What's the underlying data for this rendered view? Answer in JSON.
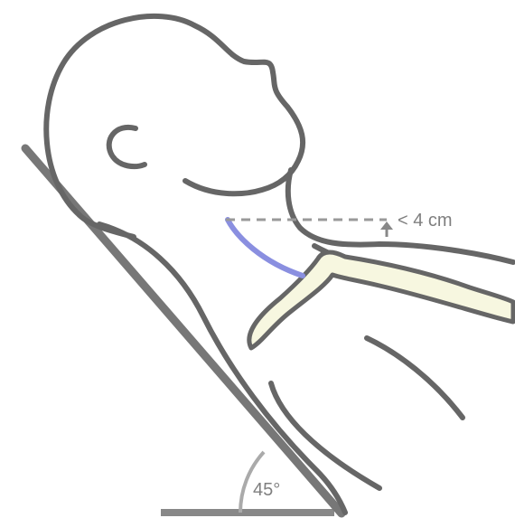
{
  "labels": {
    "height_text": "< 4 cm",
    "angle_text": "45°"
  },
  "colors": {
    "outline": "#666666",
    "board": "#7a7a7a",
    "dashed_line": "#999999",
    "arrow": "#888888",
    "vein": "#8a8fe0",
    "clavicle_fill": "#f7f7e0",
    "angle_arc": "#999999",
    "text": "#7f7f7f"
  },
  "values": {
    "angle_degrees": 45
  }
}
